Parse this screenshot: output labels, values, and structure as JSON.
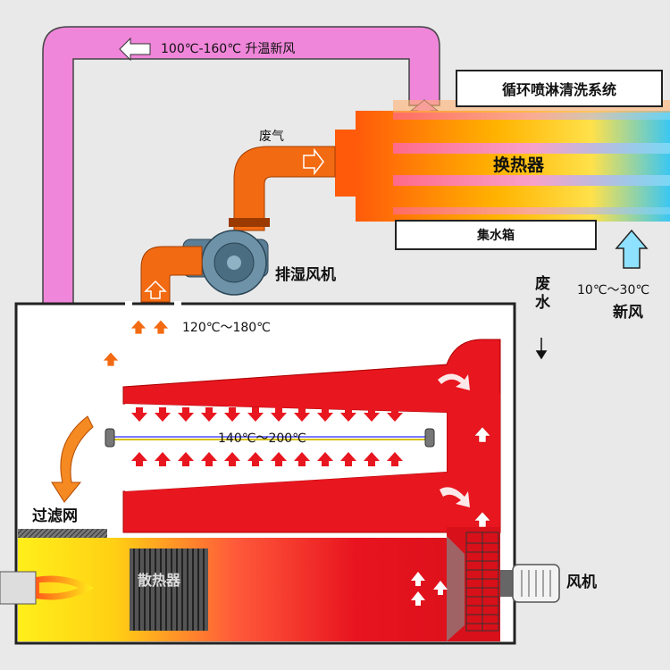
{
  "labels": {
    "recirc_air": "100℃-160℃ 升温新风",
    "spray_system": "循环喷淋清洗系统",
    "exhaust_gas": "废气",
    "heat_exchanger": "换热器",
    "water_tank": "集水箱",
    "dehumid_fan": "排湿风机",
    "waste_water": "废水",
    "fresh_air_temp": "10℃～30℃",
    "fresh_air": "新风",
    "chamber_temp": "120℃～180℃",
    "core_temp": "140℃～200℃",
    "filter_net": "过滤网",
    "radiator": "散热器",
    "fan": "风机"
  },
  "colors": {
    "pipe_pink": "#ef86d9",
    "duct_orange": "#f26a12",
    "hot_red": "#e8161f",
    "fan_blue": "#5b7f96",
    "cold_cyan": "#22b9ee",
    "flame_yellow": "#ffe600"
  }
}
